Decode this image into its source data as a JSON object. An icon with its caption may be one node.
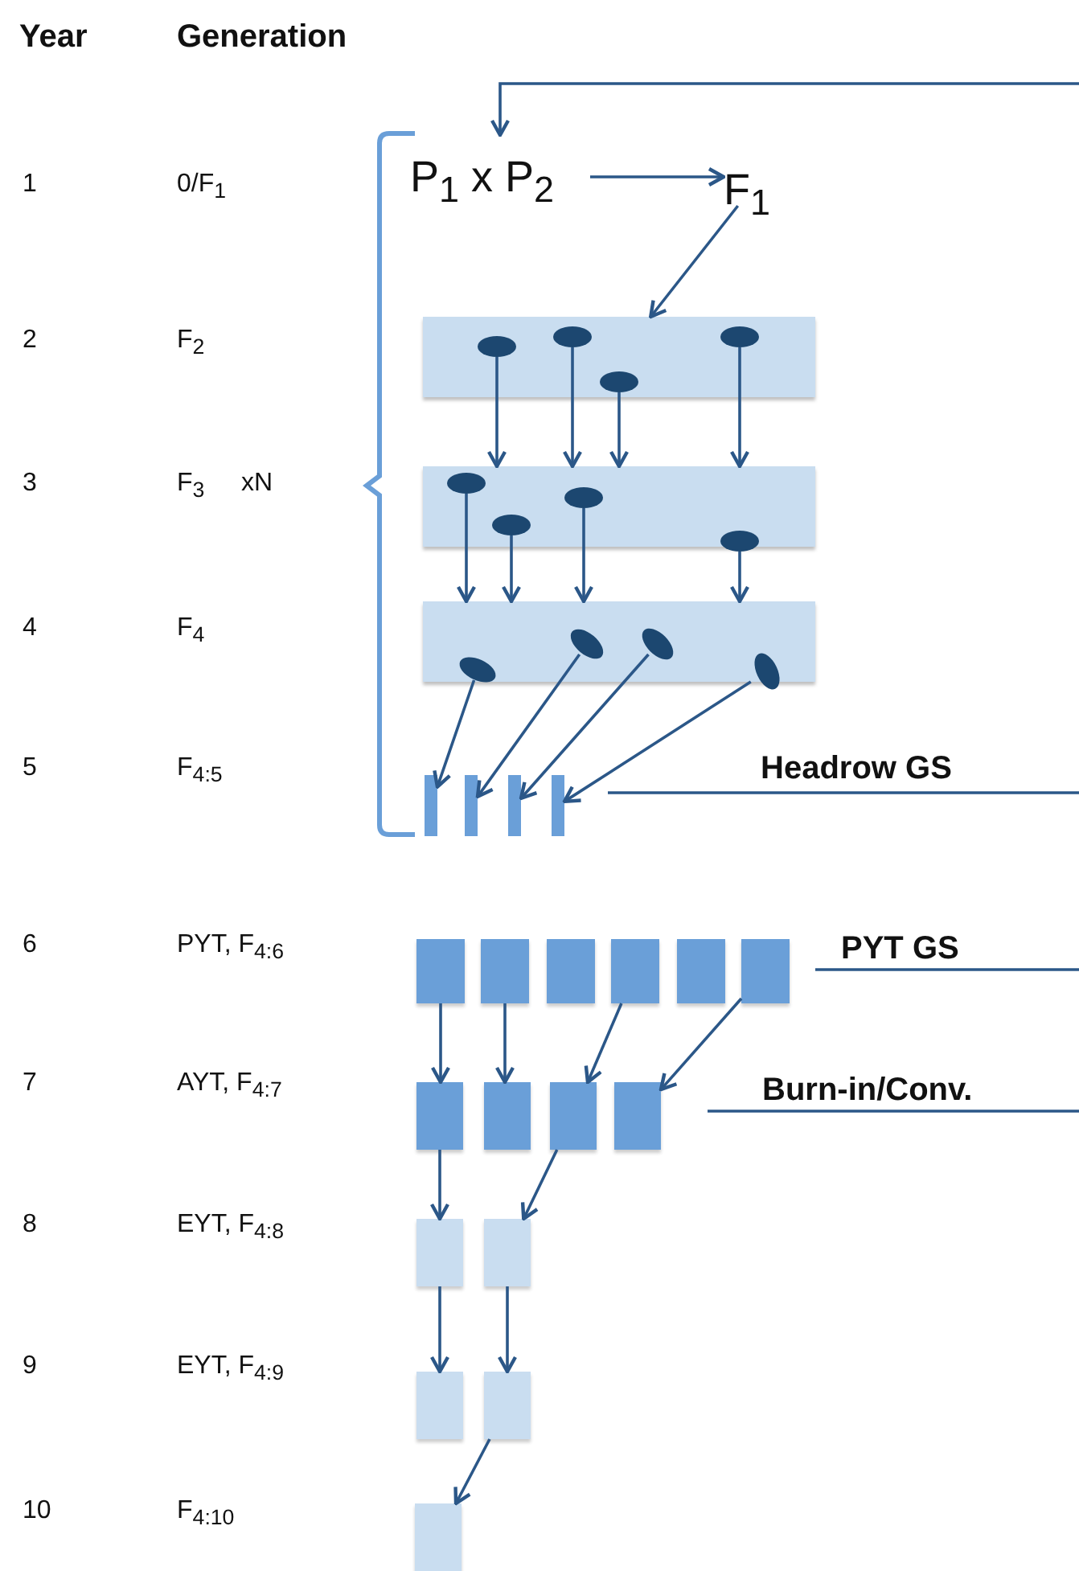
{
  "diagram": {
    "nodes": [
      {
        "text": [
          "P$_{1}$ x P$_{2}$"
        ]
      },
      {
        "text": [
          "F$_{1}$"
        ]
      },
      {
        "text": [],
        "shape": "band"
      },
      {
        "text": [],
        "shape": "ellipse",
        "in": 2
      },
      {
        "text": [],
        "shape": "ellipse",
        "in": 2
      },
      {
        "text": [],
        "shape": "ellipse",
        "in": 2
      },
      {
        "text": [],
        "shape": "ellipse",
        "in": 2
      },
      {
        "text": [],
        "shape": "band"
      },
      {
        "text": [],
        "shape": "ellipse",
        "in": 7
      },
      {
        "text": [],
        "shape": "ellipse",
        "in": 7
      },
      {
        "text": [],
        "shape": "ellipse",
        "in": 7
      },
      {
        "text": [],
        "shape": "ellipse",
        "in": 7
      },
      {
        "text": [],
        "shape": "band"
      },
      {
        "text": [],
        "shape": "ellipse",
        "in": 12
      },
      {
        "text": [],
        "shape": "ellipse",
        "in": 12
      },
      {
        "text": [],
        "shape": "ellipse",
        "in": 12
      },
      {
        "text": [],
        "shape": "ellipse",
        "in": 12
      },
      {
        "text": [],
        "shape": "bar"
      },
      {
        "text": [],
        "shape": "bar"
      },
      {
        "text": [],
        "shape": "bar"
      },
      {
        "text": [],
        "shape": "bar"
      },
      {
        "text": [
          "Headrow GS"
        ]
      },
      {
        "text": [],
        "shape": "box"
      },
      {
        "text": [],
        "shape": "box"
      },
      {
        "text": [],
        "shape": "box"
      },
      {
        "text": [],
        "shape": "box"
      },
      {
        "text": [],
        "shape": "box"
      },
      {
        "text": [],
        "shape": "box"
      },
      {
        "text": [
          "PYT GS"
        ]
      },
      {
        "text": [],
        "shape": "box"
      },
      {
        "text": [],
        "shape": "box"
      },
      {
        "text": [],
        "shape": "box"
      },
      {
        "text": [],
        "shape": "box"
      },
      {
        "text": [
          "Burn-in/Conv."
        ]
      },
      {
        "text": [],
        "shape": "box"
      },
      {
        "text": [],
        "shape": "box"
      },
      {
        "text": [],
        "shape": "box"
      },
      {
        "text": [],
        "shape": "box"
      },
      {
        "text": [],
        "shape": "box"
      }
    ],
    "edges": [
      {
        "from": null,
        "to": 0,
        "arrow": "to"
      },
      {
        "from": 0,
        "to": 1,
        "arrow": "to"
      },
      {
        "from": 1,
        "to": 2,
        "arrow": "to"
      },
      {
        "from": 3,
        "to": 7,
        "arrow": "to"
      },
      {
        "from": 4,
        "to": 7,
        "arrow": "to"
      },
      {
        "from": 5,
        "to": 7,
        "arrow": "to"
      },
      {
        "from": 6,
        "to": 7,
        "arrow": "to"
      },
      {
        "from": 8,
        "to": 12,
        "arrow": "to"
      },
      {
        "from": 9,
        "to": 12,
        "arrow": "to"
      },
      {
        "from": 10,
        "to": 12,
        "arrow": "to"
      },
      {
        "from": 11,
        "to": 12,
        "arrow": "to"
      },
      {
        "from": 13,
        "to": 17,
        "arrow": "to"
      },
      {
        "from": 14,
        "to": 18,
        "arrow": "to"
      },
      {
        "from": 15,
        "to": 19,
        "arrow": "to"
      },
      {
        "from": 16,
        "to": 20,
        "arrow": "to"
      },
      {
        "from": 21,
        "to": null,
        "arrow": "none"
      },
      {
        "from": 22,
        "to": 29,
        "arrow": "to"
      },
      {
        "from": 23,
        "to": 30,
        "arrow": "to"
      },
      {
        "from": 25,
        "to": 31,
        "arrow": "to"
      },
      {
        "from": 27,
        "to": 32,
        "arrow": "to"
      },
      {
        "from": 28,
        "to": null,
        "arrow": "none"
      },
      {
        "from": 29,
        "to": 34,
        "arrow": "to"
      },
      {
        "from": 31,
        "to": 35,
        "arrow": "to"
      },
      {
        "from": 33,
        "to": null,
        "arrow": "none"
      },
      {
        "from": 34,
        "to": 36,
        "arrow": "to"
      },
      {
        "from": 35,
        "to": 37,
        "arrow": "to"
      },
      {
        "from": 37,
        "to": 38,
        "arrow": "to"
      }
    ],
    "labels": [
      "Year",
      "Generation",
      "1",
      "0/F$_{1}$",
      "2",
      "F$_{2}$",
      "3",
      "F$_{3}$",
      "xN",
      "4",
      "F$_{4}$",
      "5",
      "F$_{4:5}$",
      "6",
      "PYT, F$_{4:6}$",
      "7",
      "AYT, F$_{4:7}$",
      "8",
      "EYT, F$_{4:8}$",
      "9",
      "EYT, F$_{4:9}$",
      "10",
      "F$_{4:10}$"
    ]
  }
}
